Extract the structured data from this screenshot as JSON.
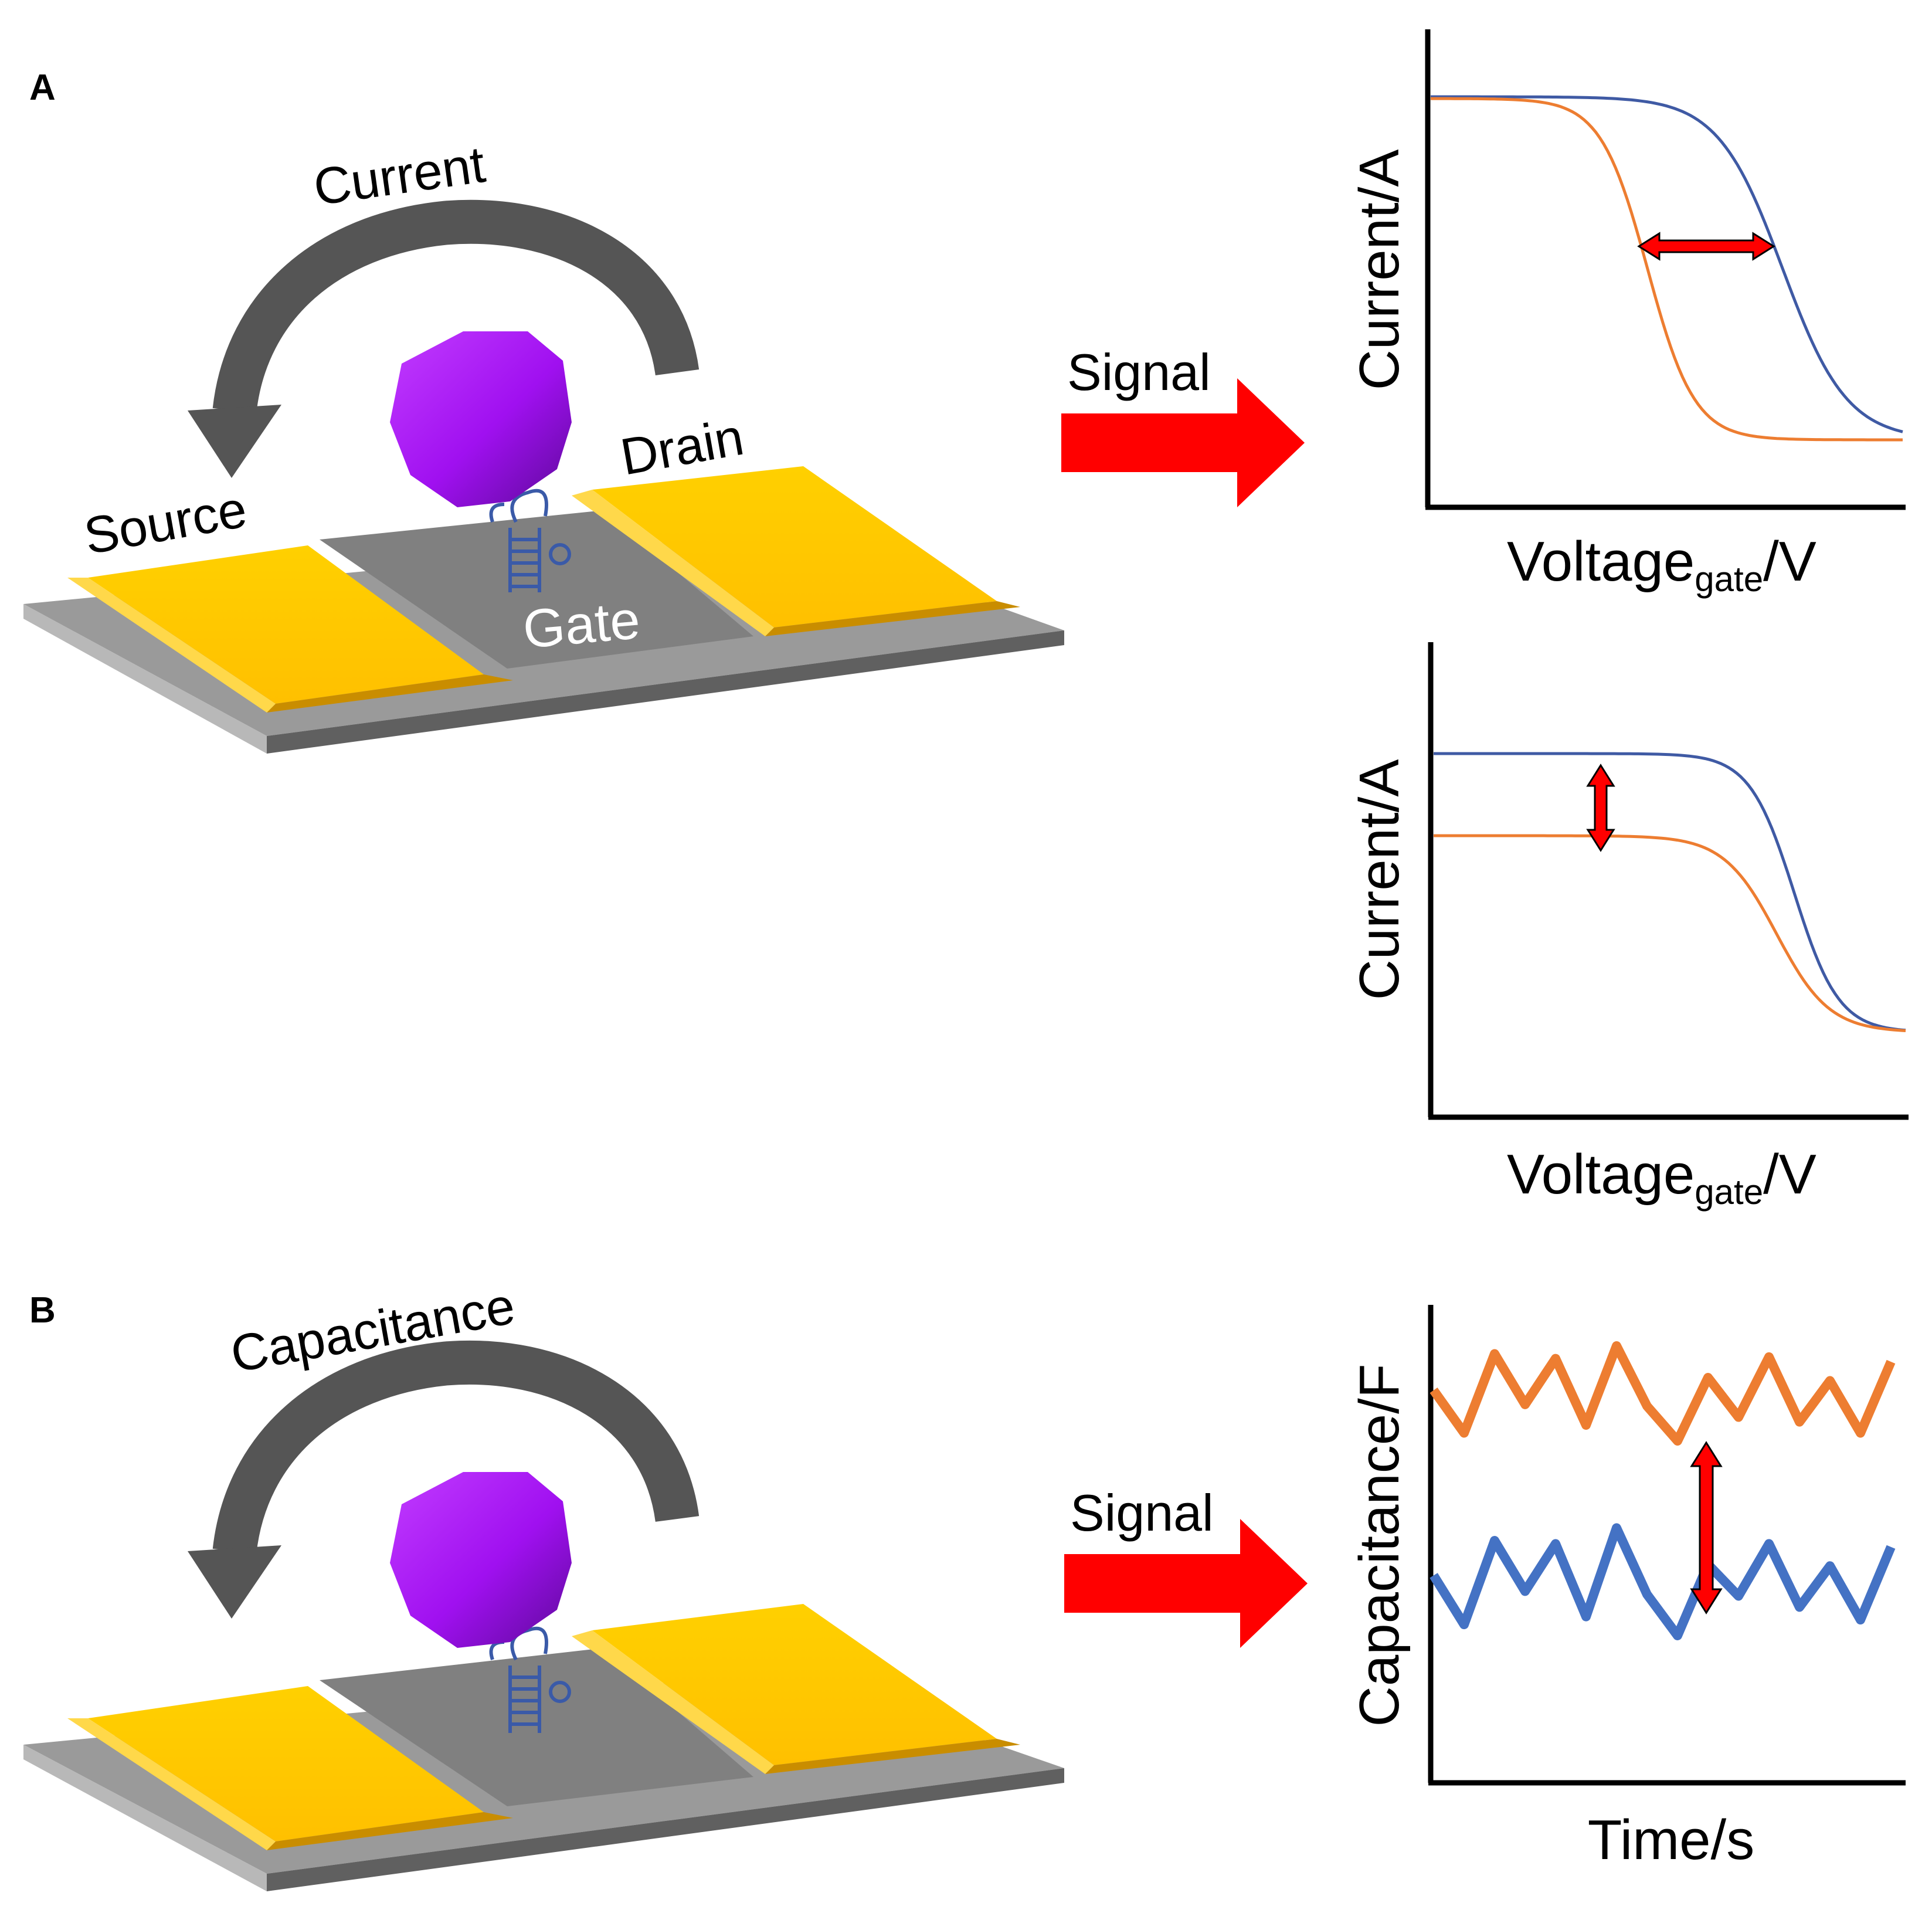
{
  "panel_a": {
    "label": "A",
    "current_label": "Current",
    "source_label": "Source",
    "drain_label": "Drain",
    "gate_label": "Gate",
    "signal_label": "Signal"
  },
  "panel_b": {
    "label": "B",
    "capacitance_label": "Capacitance",
    "signal_label": "Signal"
  },
  "colors": {
    "electrode": "#ffc000",
    "substrate": "#a0a0a0",
    "channel": "#808080",
    "target": "#a616f0",
    "aptamer": "#3a5aa8",
    "arrow": "#ff0000",
    "curve_before": "#3f5aa4",
    "curve_after": "#ed7d31"
  },
  "chart_data": [
    {
      "type": "line",
      "ylabel": "Current/A",
      "xlabel_main": "Voltage",
      "xlabel_sub": "gate",
      "xlabel_tail": "/V",
      "note": "threshold shift"
    },
    {
      "type": "line",
      "ylabel": "Current/A",
      "xlabel_main": "Voltage",
      "xlabel_sub": "gate",
      "xlabel_tail": "/V",
      "note": "current drop"
    },
    {
      "type": "line",
      "ylabel": "Capacitance/F",
      "xlabel": "Time/s",
      "series": [
        {
          "values": [
            0.72,
            0.45,
            0.95,
            0.63,
            0.92,
            0.5,
            1.0,
            0.62,
            0.4,
            0.8,
            0.55,
            0.93,
            0.52,
            0.78,
            0.45,
            0.9
          ]
        },
        {
          "values": [
            0.68,
            0.37,
            0.9,
            0.58,
            0.88,
            0.42,
            0.98,
            0.56,
            0.3,
            0.75,
            0.55,
            0.88,
            0.48,
            0.74,
            0.4,
            0.86
          ]
        }
      ]
    }
  ]
}
